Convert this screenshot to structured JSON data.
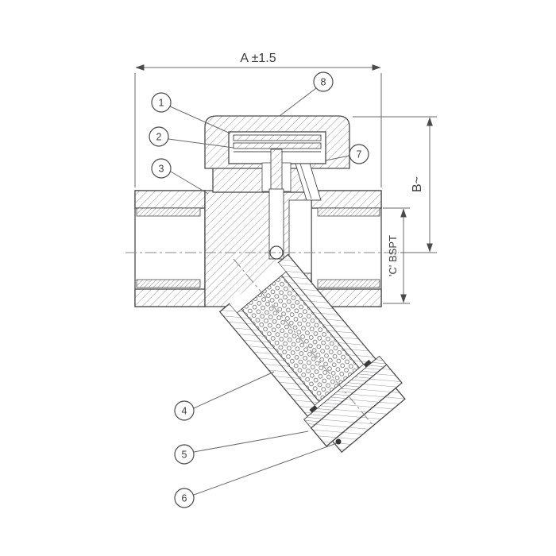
{
  "drawing": {
    "dim_a": "A ±1.5",
    "dim_b": "B~",
    "dim_c": "'C' BSPT"
  },
  "balloons": [
    {
      "label": "1"
    },
    {
      "label": "2"
    },
    {
      "label": "3"
    },
    {
      "label": "4"
    },
    {
      "label": "5"
    },
    {
      "label": "6"
    },
    {
      "label": "7"
    },
    {
      "label": "8"
    }
  ]
}
